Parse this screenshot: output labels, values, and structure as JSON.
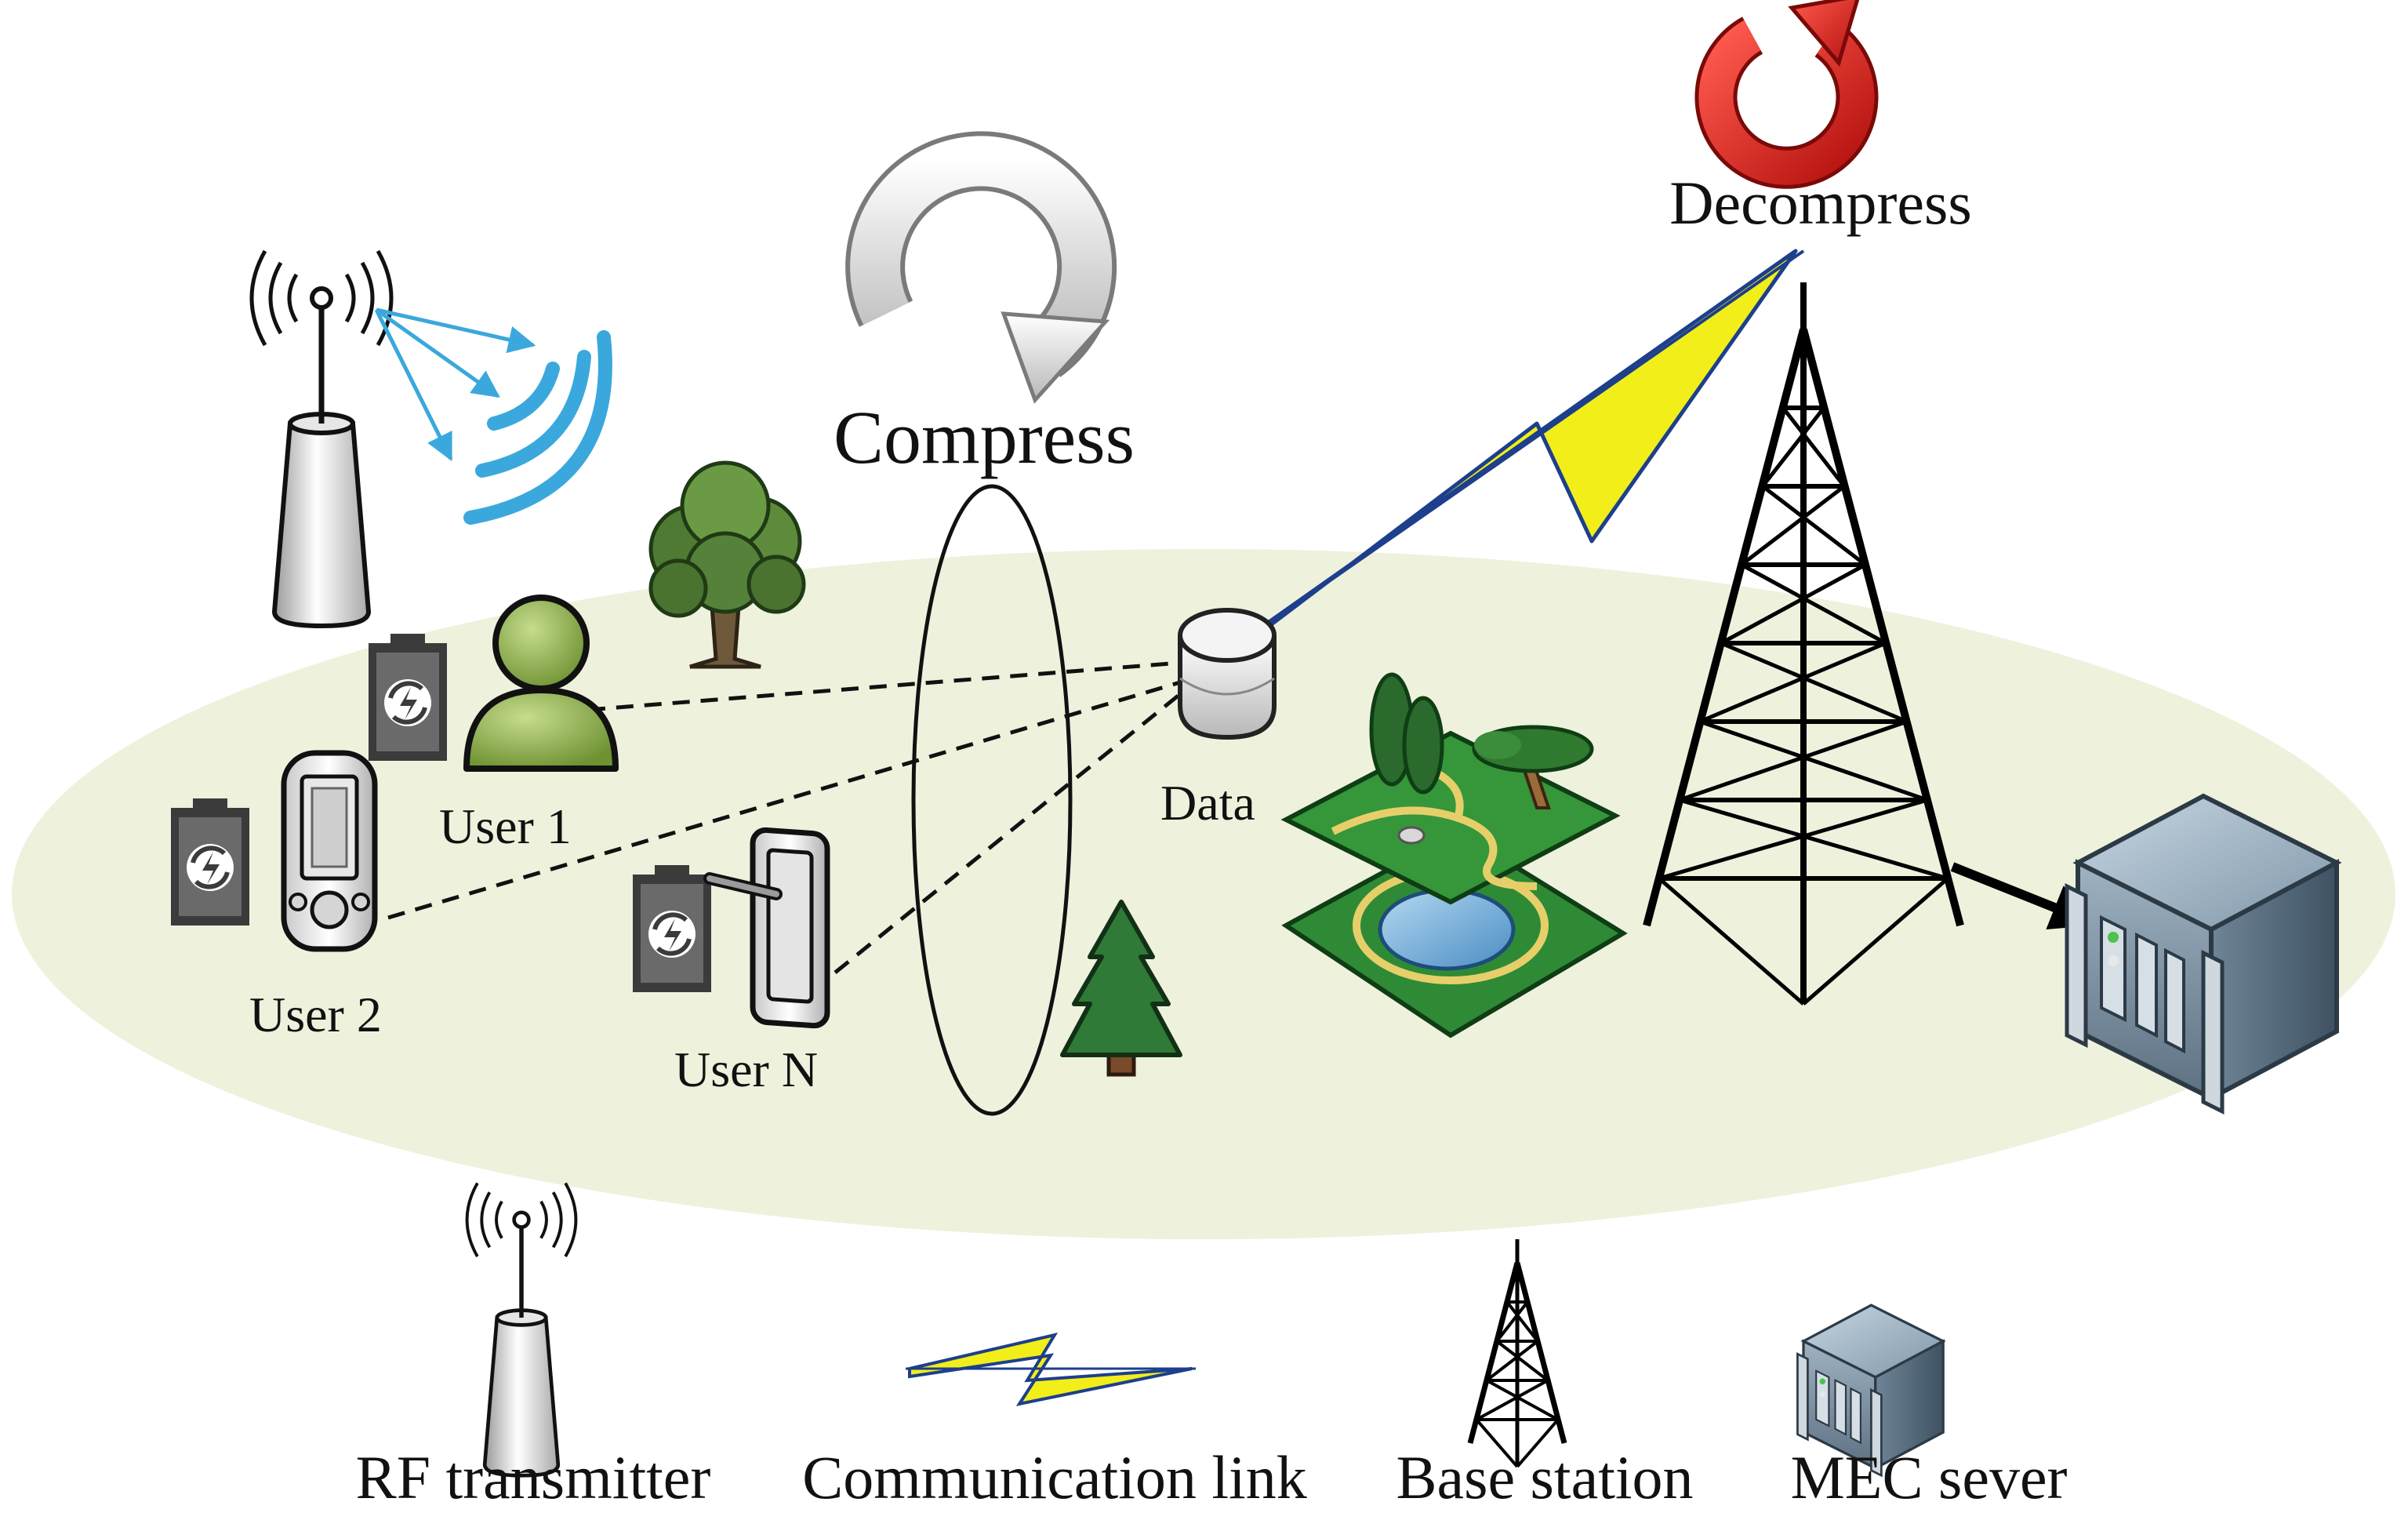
{
  "diagram": {
    "process_labels": {
      "compress": "Compress",
      "decompress": "Decompress"
    },
    "nodes": {
      "user1": "User 1",
      "user2": "User 2",
      "userN": "User N",
      "data": "Data"
    },
    "legend": {
      "rf_transmitter": "RF transmitter",
      "communication_link": "Communication link",
      "base_station": "Base station",
      "mec_server": "MEC sever"
    },
    "colors": {
      "coverage_area": "#eef1dc",
      "rf_wave": "#3aa8dc",
      "link_yellow": "#f2ee1a",
      "link_blue": "#1d3f8c",
      "decompress_arrow": "#e0201b",
      "compress_arrow": "#d8d8d8",
      "user_icon": "#8fb24a",
      "tree": "#3f6d2a"
    }
  }
}
